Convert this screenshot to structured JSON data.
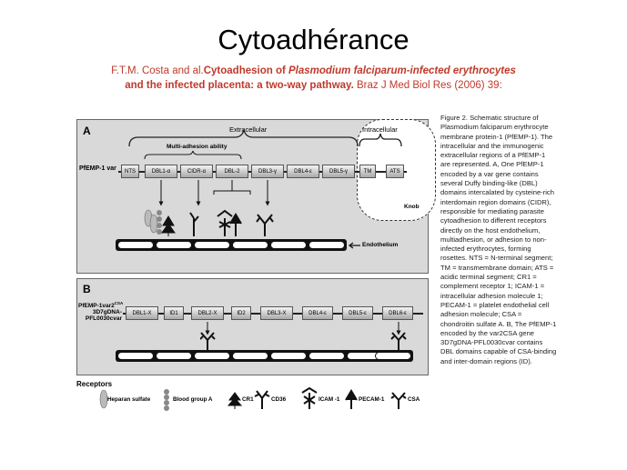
{
  "slide": {
    "title": "Cytoadhérance",
    "citation": {
      "authors": "F.T.M. Costa and al.",
      "title_part1": "Cytoadhesion of ",
      "title_italic": "Plasmodium falciparum-infected erythrocytes",
      "title_part2": "and the infected placenta: a two-way pathway.",
      "journal": " Braz J Med Biol Res (2006) 39:"
    }
  },
  "figure": {
    "panelA": {
      "label": "A",
      "extracellular": "Extracellular",
      "intracellular": "Intracellular",
      "multi_adhesion": "Multi-adhesion ability",
      "var_label": "PfEMP-1 var",
      "domains": [
        "NTS",
        "DBL1-α",
        "CIDR-α",
        "DBL-2",
        "DBL3-γ",
        "DBL4-ε",
        "DBL5-γ",
        "TM",
        "ATS"
      ],
      "knob": "Knob",
      "endothelium": "Endothelium"
    },
    "panelB": {
      "label": "B",
      "var_label_line1": "PfEMP-1var2",
      "var_label_sup": "CSA",
      "var_label_line2": "3D7gDNA-",
      "var_label_line3": "PFL0030cvar",
      "domains": [
        "DBL1-X",
        "ID1",
        "DBL2-X",
        "ID2",
        "DBL3-X",
        "DBL4-ε",
        "DBL5-ε",
        "DBL6-ε"
      ]
    },
    "receptors": {
      "title": "Receptors",
      "items": [
        "Heparan sulfate",
        "Blood group A",
        "CR1",
        "CD36",
        "ICAM -1",
        "PECAM-1",
        "CSA"
      ]
    },
    "caption": "Figure 2. Schematic structure of Plasmodium falciparum erythrocyte membrane protein-1 (PfEMP-1). The intracellular and the immunogenic extracellular regions of a PfEMP-1 are represented. A, One PfEMP-1 encoded by a var gene contains several Duffy binding-like (DBL) domains intercalated by cysteine-rich interdomain region domains (CIDR), responsible for mediating parasite cytoadhesion to different receptors directly on the host endothelium, multiadhesion, or adhesion to non-infected erythrocytes, forming rosettes. NTS = N-terminal segment; TM = transmembrane domain; ATS = acidic terminal segment; CR1 = complement receptor 1; ICAM-1 = intracellular adhesion molecule 1; PECAM-1 = platelet endothelial cell adhesion molecule; CSA = chondroitin sulfate A. B, The PfEMP-1 encoded by the var2CSA gene 3D7gDNA-PFL0030cvar contains DBL domains capable of CSA-binding and inter-domain regions (ID)."
  }
}
